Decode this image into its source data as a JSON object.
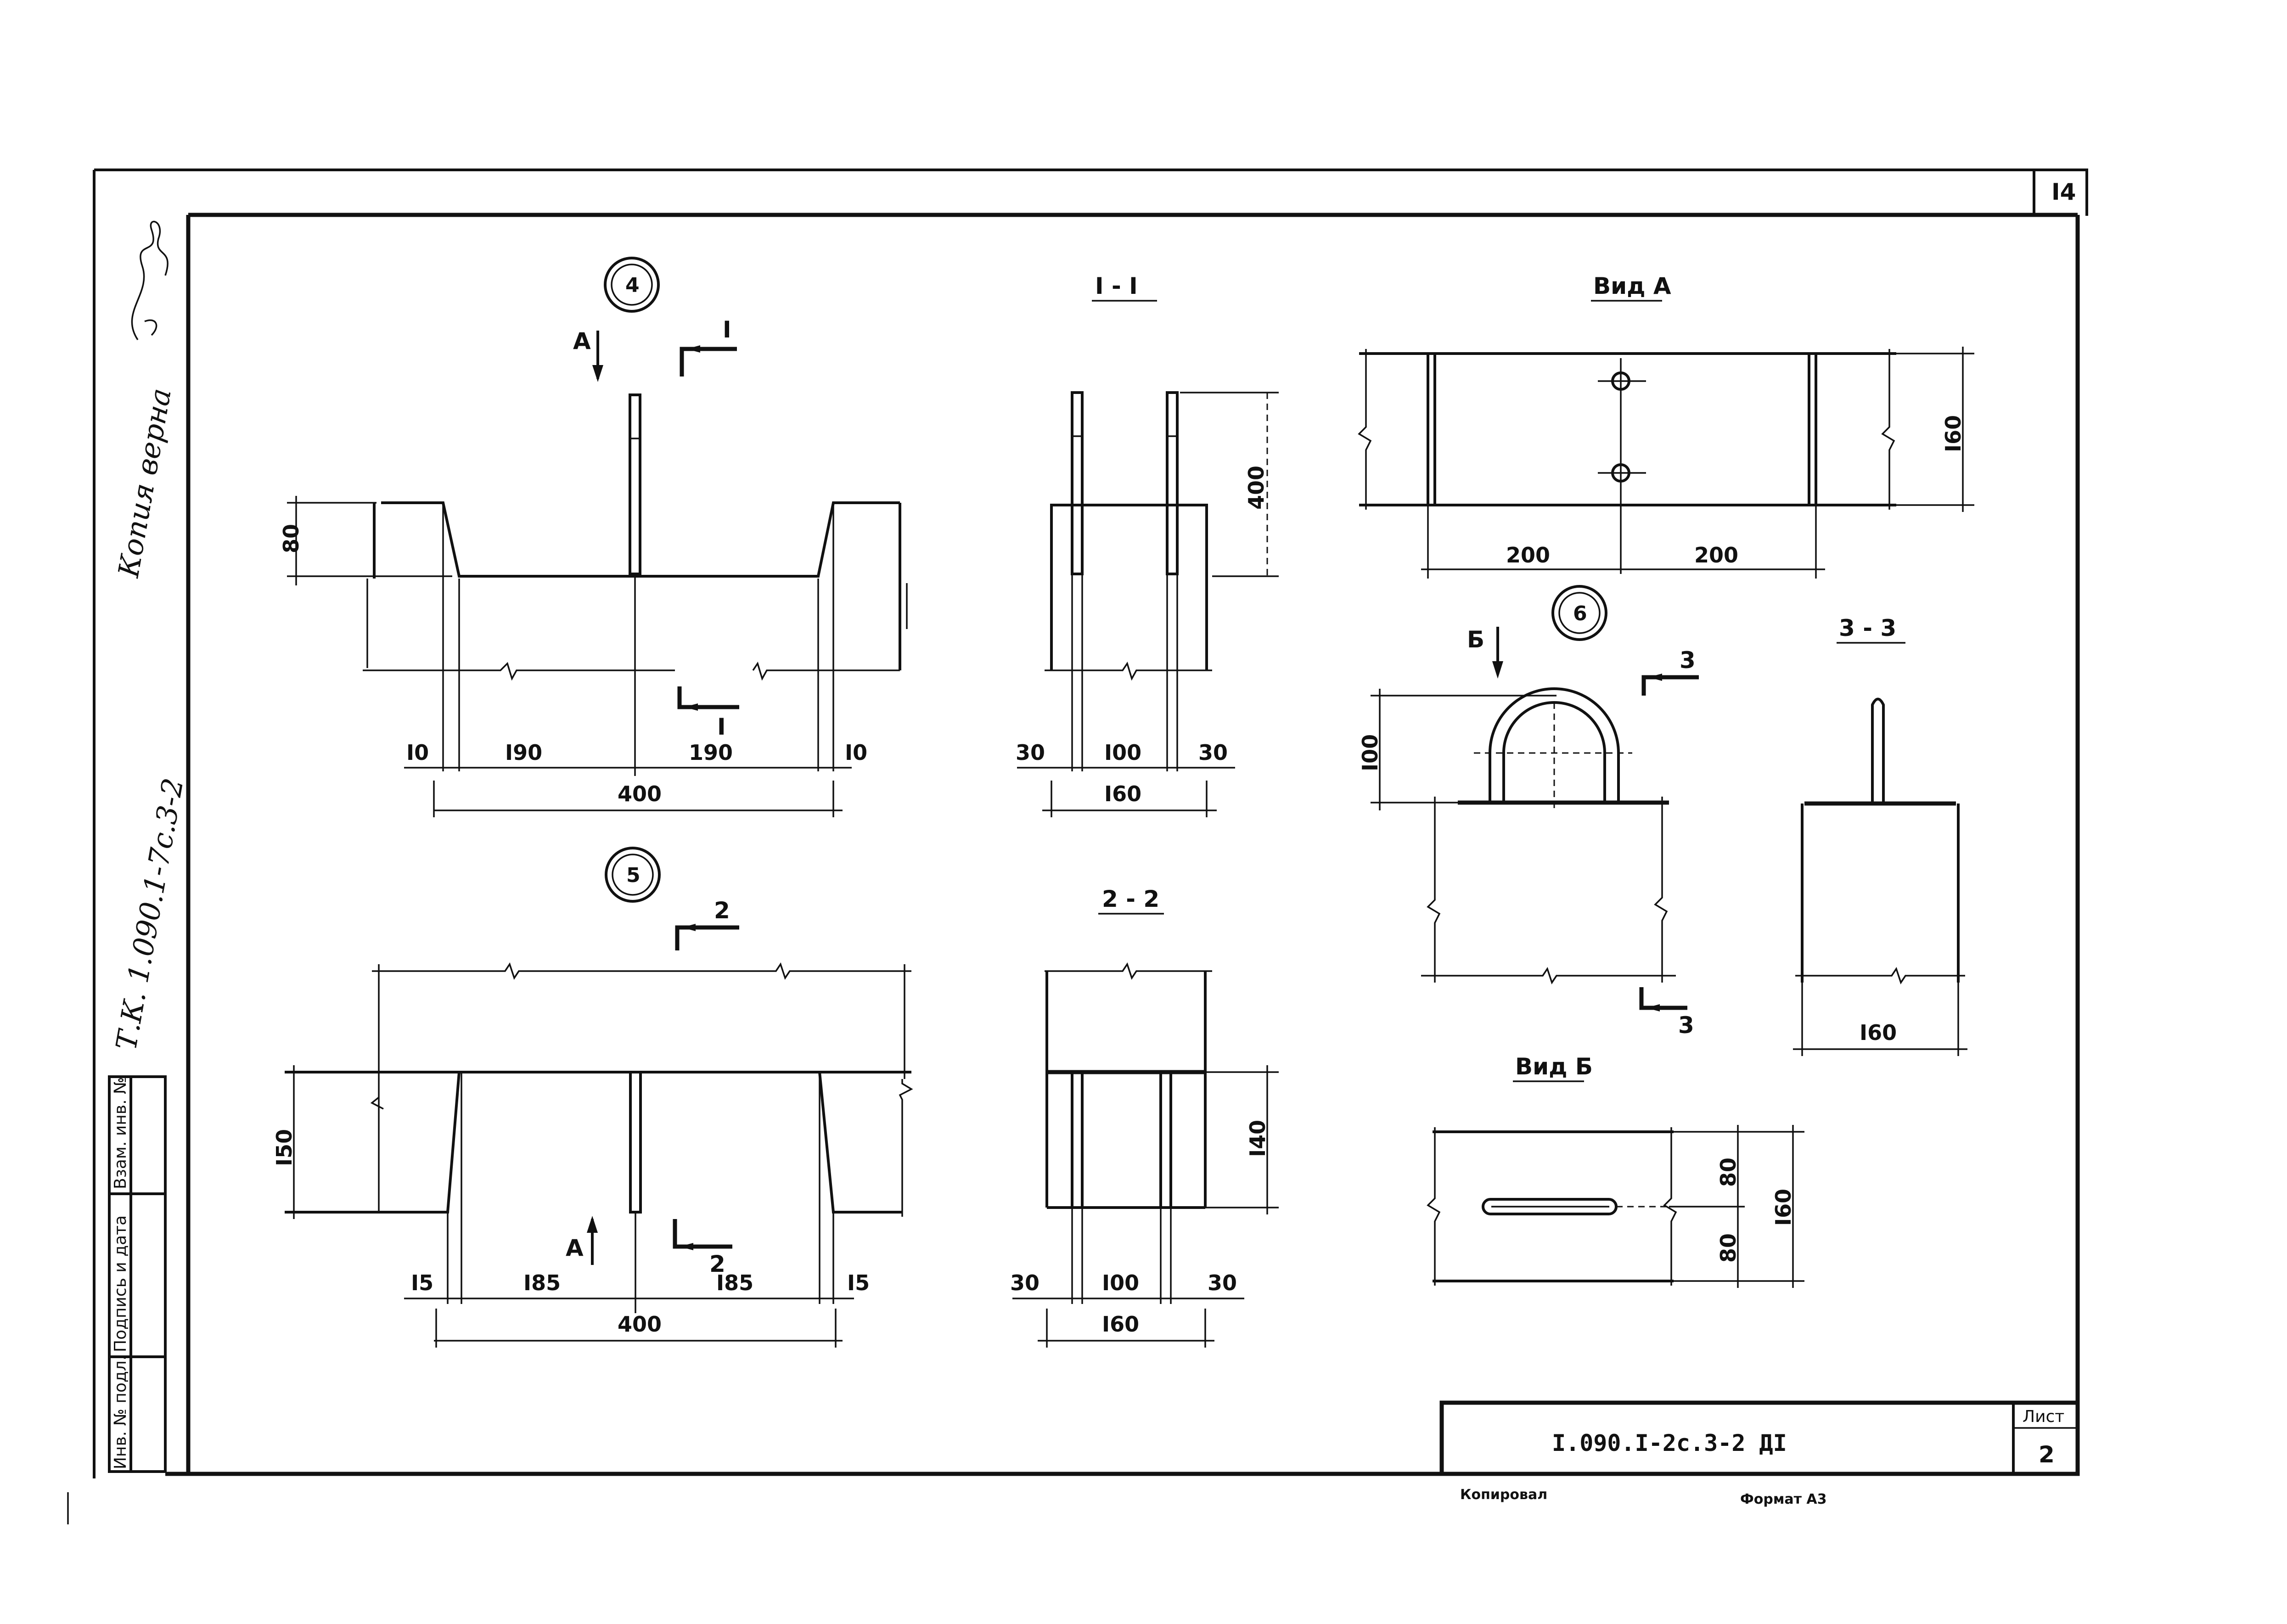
{
  "sheet": {
    "page_number": "I4",
    "doc_code": "I.090.I-2c.3-2 ДI",
    "sheet_label": "Лист",
    "sheet_value": "2",
    "copied_by": "Копировал",
    "format": "Формат А3"
  },
  "margin": {
    "stamp_text": "Копия верна",
    "project_code": "Т.К. 1.090.1-7с.3-2",
    "inv_no_original": "Инв. № подл.",
    "signature_date": "Подпись и дата",
    "inv_no_replaced": "Взам. инв. №"
  },
  "views": {
    "node4": {
      "marker": "4",
      "section_label": "I",
      "view_label": "А",
      "dims": [
        "80",
        "I0",
        "I90",
        "190",
        "I0",
        "400"
      ]
    },
    "section_1_1": {
      "title": "I - I",
      "dims": [
        "400",
        "30",
        "I00",
        "30",
        "I60"
      ]
    },
    "view_a": {
      "title": "Вид А",
      "dims": [
        "I60",
        "200",
        "200"
      ]
    },
    "node5": {
      "marker": "5",
      "section_label": "2",
      "view_label": "А",
      "dims": [
        "I50",
        "I5",
        "I85",
        "I85",
        "I5",
        "400"
      ]
    },
    "section_2_2": {
      "title": "2 - 2",
      "dims": [
        "I40",
        "30",
        "I00",
        "30",
        "I60"
      ]
    },
    "node6": {
      "marker": "6",
      "section_label": "3",
      "view_label": "Б",
      "dims": [
        "I00"
      ]
    },
    "section_3_3": {
      "title": "3 - 3",
      "dims": [
        "I60"
      ]
    },
    "view_b": {
      "title": "Вид Б",
      "dims": [
        "80",
        "80",
        "I60"
      ]
    }
  }
}
